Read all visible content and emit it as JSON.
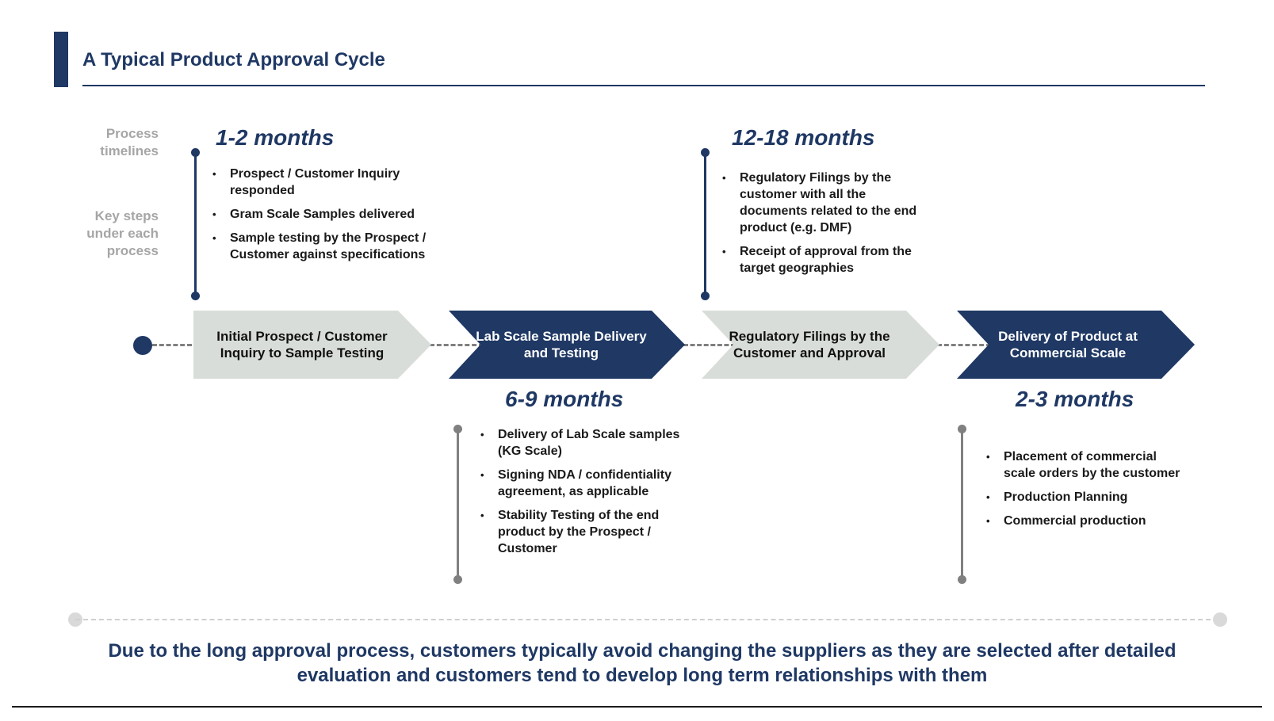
{
  "title": "A Typical Product Approval Cycle",
  "side_labels": {
    "timelines": "Process timelines",
    "key_steps": "Key steps under each process"
  },
  "stages": [
    {
      "label": "Initial Prospect / Customer Inquiry to Sample Testing",
      "duration": "1-2 months",
      "steps": [
        "Prospect / Customer Inquiry responded",
        "Gram Scale Samples delivered",
        "Sample testing by the Prospect / Customer against specifications"
      ]
    },
    {
      "label": "Lab Scale Sample Delivery and Testing",
      "duration": "6-9 months",
      "steps": [
        "Delivery of Lab Scale samples (KG Scale)",
        "Signing NDA / confidentiality agreement, as applicable",
        "Stability Testing of the end product by the Prospect / Customer"
      ]
    },
    {
      "label": "Regulatory Filings by the Customer and Approval",
      "duration": "12-18 months",
      "steps": [
        "Regulatory Filings by the customer with all the documents related to the end product (e.g. DMF)",
        "Receipt of approval from the target geographies"
      ]
    },
    {
      "label": "Delivery of Product at Commercial Scale",
      "duration": "2-3 months",
      "steps": [
        "Placement of commercial scale orders by the customer",
        "Production Planning",
        "Commercial production"
      ]
    }
  ],
  "conclusion": "Due to the long approval process, customers typically avoid changing the suppliers as they are selected after detailed evaluation and customers tend to develop long term relationships with them",
  "colors": {
    "navy": "#1f3864",
    "light_gray": "#d9ddd9",
    "label_gray": "#a6a6a6"
  }
}
